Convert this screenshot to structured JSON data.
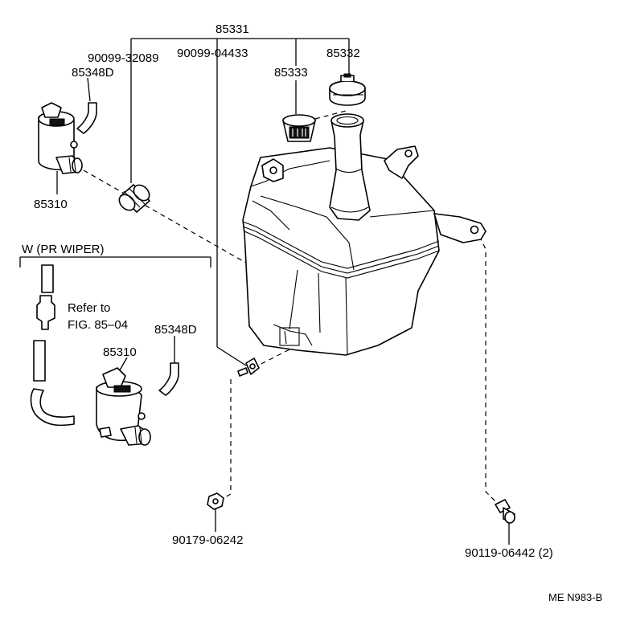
{
  "part_numbers": {
    "reservoir_assy": "85331",
    "clamp_hose": "90099-32089",
    "grommet": "90099-04433",
    "cap": "85332",
    "strainer": "85333",
    "hose_upper": "85348D",
    "pump_upper": "85310",
    "nut": "90179-06242",
    "bolt": "90119-06442 (2)",
    "pump_lower": "85310",
    "hose_lower": "85348D"
  },
  "variant_label": "W (PR WIPER)",
  "reference_text": [
    "Refer to",
    "FIG. 85–04"
  ],
  "figure_code": "ME N983-B"
}
